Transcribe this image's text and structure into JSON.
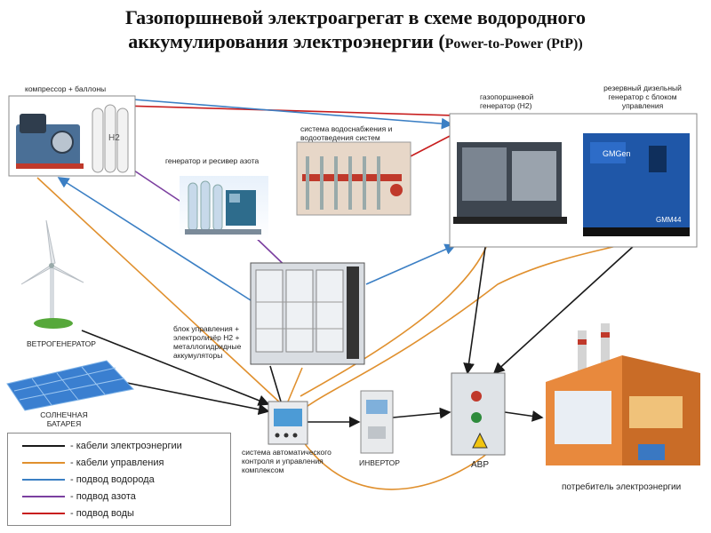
{
  "title": {
    "line1": "Газопоршневой электроагрегат в схеме водородного",
    "line2": "аккумулирования электроэнергии (",
    "line2_small": "Power-to-Power (PtP))"
  },
  "components": {
    "compressor": "компрессор + баллоны",
    "h2_mark": "H2",
    "nitrogen": "генератор и ресивер азота",
    "water": "система водоснабжения и водоотведения систем",
    "gas_engine": "газопоршневой генератор (H2)",
    "diesel": "резервный дизельный генератор с блоком управления",
    "diesel_brand": "GMGen",
    "diesel_model": "GMM44",
    "wind": "ВЕТРОГЕНЕРАТОР",
    "electrolyzer": "блок управления + электролизёр H2 + металлогидридные аккумуляторы",
    "solar": "СОЛНЕЧНАЯ БАТАРЕЯ",
    "control": "система автоматического контроля и управления комплексом",
    "inverter": "ИНВЕРТОР",
    "avr": "АВР",
    "consumer": "потребитель электроэнергии"
  },
  "legend": [
    {
      "label": "- кабели электроэнергии",
      "color": "#1a1a1a"
    },
    {
      "label": "- кабели управления",
      "color": "#e0902e"
    },
    {
      "label": "- подвод водорода",
      "color": "#3b7fc4"
    },
    {
      "label": "- подвод азота",
      "color": "#7b3fa0"
    },
    {
      "label": "- подвод воды",
      "color": "#c81e1e"
    }
  ]
}
